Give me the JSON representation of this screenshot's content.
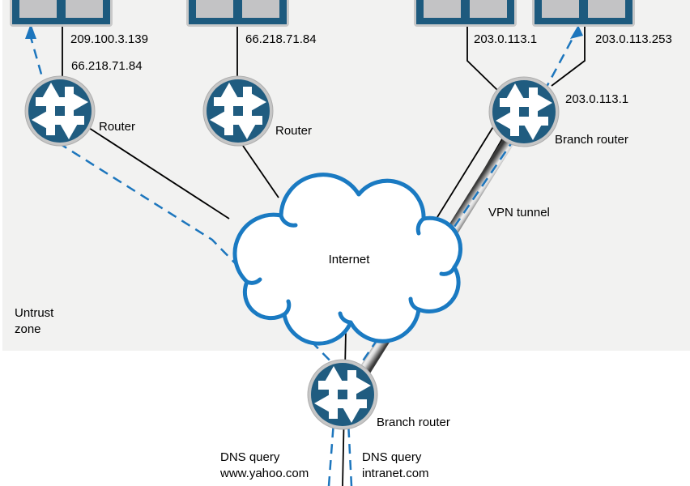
{
  "zone": {
    "line1": "Untrust",
    "line2": "zone"
  },
  "internet": {
    "label": "Internet"
  },
  "vpn_tunnel": {
    "label": "VPN tunnel"
  },
  "servers": {
    "server1": {
      "ip_labels": [
        "209.100.3.139",
        "66.218.71.84"
      ]
    },
    "server2": {
      "ip": "66.218.71.84"
    },
    "server3": {
      "ip": "203.0.113.1"
    },
    "server4": {
      "ip": "203.0.113.253"
    }
  },
  "routers": {
    "router1": {
      "label": "Router"
    },
    "router2": {
      "label": "Router"
    },
    "branch_top": {
      "label": "Branch router",
      "ip": "203.0.113.1"
    },
    "branch_bottom": {
      "label": "Branch router"
    }
  },
  "dns_queries": {
    "yahoo": {
      "line1": "DNS query",
      "line2": "www.yahoo.com"
    },
    "intranet": {
      "line1": "DNS query",
      "line2": "intranet.com"
    }
  },
  "colors": {
    "zone_bg": "#f2f2f1",
    "router_blue": "#205c80",
    "server_blue": "#1d5a7e",
    "cloud_stroke": "#1a7ac2",
    "dashed_blue": "#1d76bd",
    "line_black": "#000000",
    "tunnel_gray": "#9a9a9a"
  }
}
